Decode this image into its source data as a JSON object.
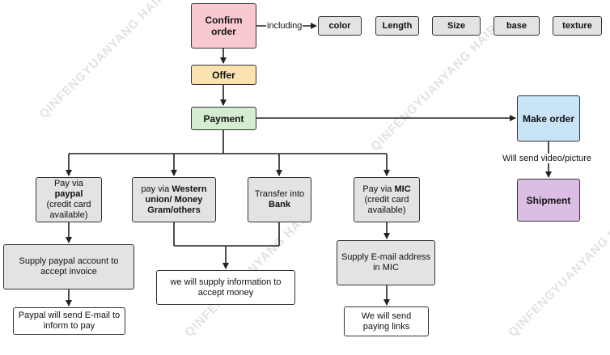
{
  "watermark": "QINFENGYUANYANG HAIR",
  "confirm_order": "Confirm order",
  "including_label": "including",
  "attributes": [
    "color",
    "Length",
    "Size",
    "base",
    "texture"
  ],
  "offer": "Offer",
  "payment": "Payment",
  "make_order": "Make order",
  "video_label": "Will send video/picture",
  "shipment": "Shipment",
  "paypal": {
    "prefix": "Pay via",
    "strong": "paypal",
    "suffix": "(credit card available)"
  },
  "western": {
    "prefix": "pay via",
    "strong": "Western union/ Money Gram/others"
  },
  "bank": {
    "prefix": "Transfer into",
    "strong": "Bank"
  },
  "mic": {
    "prefix": "Pay via",
    "strong": "MIC",
    "suffix": "(credit card available)"
  },
  "paypal_supply": "Supply paypal account to accept invoice",
  "paypal_email": "Paypal will send E-mail to inform to pay",
  "info_supply": "we will supply information to accept money",
  "mic_supply": "Supply E-mail address in MIC",
  "mic_links": "We will send paying links"
}
